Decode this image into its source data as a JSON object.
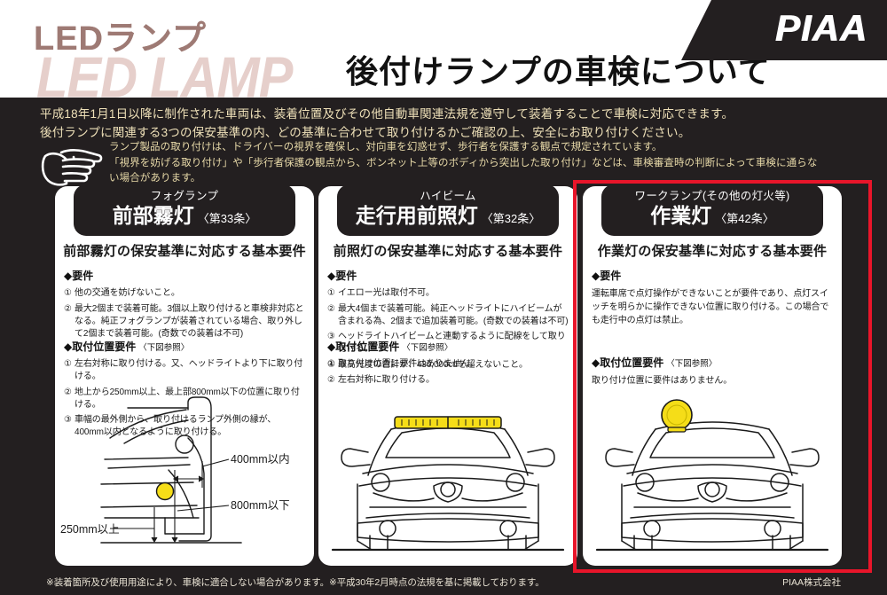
{
  "header": {
    "logo_jp": "LEDランプ",
    "logo_en": "LED LAMP",
    "main_title": "後付けランプの車検について",
    "brand": "PIAA",
    "brand_color": "#231f20",
    "logo_jp_color": "#9e7a74",
    "logo_en_color": "#e6cfcb"
  },
  "intro": {
    "line1": "平成18年1月1日以降に制作された車両は、装着位置及びその他自動車関連法規を遵守して装着することで車検に対応できます。",
    "line2": "後付ランプに関連する3つの保安基準の内、どの基準に合わせて取り付けるかご確認の上、安全にお取り付けください。",
    "note1": "ランプ製品の取り付けは、ドライバーの視界を確保し、対向車を幻惑せず、歩行者を保護する観点で規定されています。",
    "note2": "「視界を妨げる取り付け」や「歩行者保護の観点から、ボンネット上等のボディから突出した取り付け」などは、車検審査時の判断によって車検に通らな",
    "note3": "い場合があります。",
    "icon": "pointing-hand-icon",
    "text_color": "#eee0b8"
  },
  "highlight": {
    "color": "#e8152a",
    "target": "column-3"
  },
  "columns": [
    {
      "id": "fog-lamp",
      "pill_sub": "フォグランプ",
      "pill_main": "前部霧灯",
      "pill_article": "〈第33条〉",
      "subtitle": "前部霧灯の保安基準に対応する基本要件",
      "req_head": "◆要件",
      "req_items": [
        {
          "num": "①",
          "text": "他の交通を妨げないこと。"
        },
        {
          "num": "②",
          "text": "最大2個まで装着可能。3個以上取り付けると車検非対応となる。純正フォグランプが装着されている場合、取り外して2個まで装着可能。(奇数での装着は不可)"
        }
      ],
      "pos_head": "◆取付位置要件",
      "pos_ref": "〈下図参照〉",
      "pos_items": [
        {
          "num": "①",
          "text": "左右対称に取り付ける。又、ヘッドライトより下に取り付ける。"
        },
        {
          "num": "②",
          "text": "地上から250mm以上、最上部800mm以下の位置に取り付ける。"
        },
        {
          "num": "③",
          "text": "車幅の最外側から、取り付けるランプ外側の縁が、400mm以内となるように取り付ける。"
        }
      ],
      "illustration": {
        "type": "half-car-front-with-dimensions",
        "labels": {
          "inner": "400mm以内",
          "max_height": "800mm以下",
          "min_height": "250mm以上"
        },
        "lamp_color": "#f5dd18"
      }
    },
    {
      "id": "high-beam",
      "pill_sub": "ハイビーム",
      "pill_main": "走行用前照灯",
      "pill_article": "〈第32条〉",
      "subtitle": "前照灯の保安基準に対応する基本要件",
      "req_head": "◆要件",
      "req_items": [
        {
          "num": "①",
          "text": "イエロー光は取付不可。"
        },
        {
          "num": "②",
          "text": "最大4個まで装着可能。純正ヘッドライトにハイビームが含まれる為、2個まで追加装着可能。(奇数での装着は不可)"
        },
        {
          "num": "③",
          "text": "ヘッドライトハイビームと連動するように配線をして取り付ける。"
        },
        {
          "num": "④",
          "text": "最高光度の合計が、430,000cdを超えないこと。"
        }
      ],
      "pos_head": "◆取付位置要件",
      "pos_ref": "〈下図参照〉",
      "pos_items": [
        {
          "num": "①",
          "text": "取り付け位置に要件はありません。"
        },
        {
          "num": "②",
          "text": "左右対称に取り付ける。"
        }
      ],
      "illustration": {
        "type": "car-front-with-roof-light-bar",
        "lamp_color": "#f5dd18"
      }
    },
    {
      "id": "work-lamp",
      "pill_sub": "ワークランプ(その他の灯火等)",
      "pill_main": "作業灯",
      "pill_article": "〈第42条〉",
      "subtitle": "作業灯の保安基準に対応する基本要件",
      "req_head": "◆要件",
      "req_text": "運転車席で点灯操作ができないことが要件であり、点灯スイッチを明らかに操作できない位置に取り付ける。この場合でも走行中の点灯は禁止。",
      "pos_head": "◆取付位置要件",
      "pos_ref": "〈下図参照〉",
      "pos_text": "取り付け位置に要件はありません。",
      "illustration": {
        "type": "car-front-with-roof-beacon",
        "lamp_color": "#f5dd18"
      }
    }
  ],
  "footer": {
    "note": "※装着箇所及び使用用途により、車検に適合しない場合があります。※平成30年2月時点の法規を基に掲載しております。",
    "corp": "PIAA株式会社"
  }
}
